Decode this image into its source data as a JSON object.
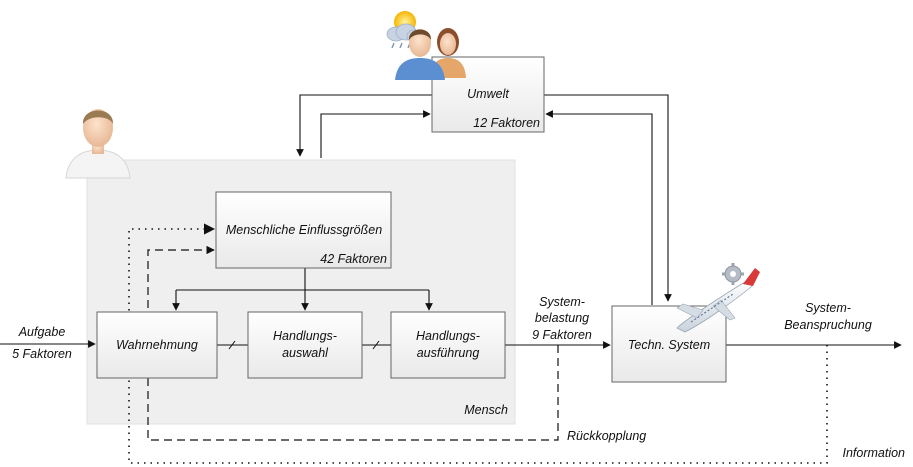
{
  "blocks": {
    "umwelt": {
      "title": "Umwelt",
      "factors": "12 Faktoren"
    },
    "einfluss": {
      "title": "Menschliche Einflussgrößen",
      "factors": "42 Faktoren"
    },
    "wahrnehmung": {
      "title": "Wahrnehmung"
    },
    "auswahl": {
      "line1": "Handlungs-",
      "line2": "auswahl"
    },
    "ausfuehrung": {
      "line1": "Handlungs-",
      "line2": "ausführung"
    },
    "techn": {
      "title": "Techn. System"
    }
  },
  "mensch_label": "Mensch",
  "labels": {
    "aufgabe_1": "Aufgabe",
    "aufgabe_2": "5 Faktoren",
    "belastung_1": "System-",
    "belastung_2": "belastung",
    "belastung_3": "9 Faktoren",
    "beanspruchung_1": "System-",
    "beanspruchung_2": "Beanspruchung",
    "rueckkopplung": "Rückkopplung",
    "information": "Information"
  },
  "icons": [
    "person-icon",
    "group-weather-icon",
    "airplane-gear-icon"
  ],
  "colors": {
    "mensch_area": "#efefef",
    "box_fill_top": "#ffffff",
    "box_fill_bottom": "#ececec",
    "line": "#111111"
  }
}
